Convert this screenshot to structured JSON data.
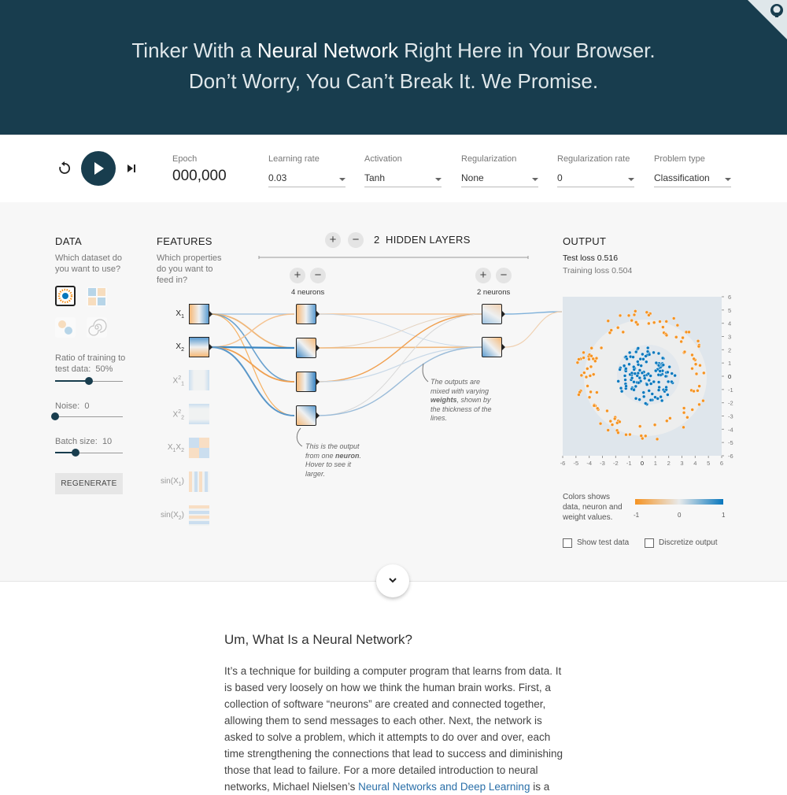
{
  "header": {
    "line1_pre": "Tinker With a",
    "line1_bold": "Neural Network",
    "line1_post": "Right Here in Your Browser.",
    "line2": "Don’t Worry, You Can’t Break It. We Promise."
  },
  "toolbar": {
    "epoch_label": "Epoch",
    "epoch_value": "000,000",
    "controls": [
      {
        "label": "Learning rate",
        "value": "0.03"
      },
      {
        "label": "Activation",
        "value": "Tanh"
      },
      {
        "label": "Regularization",
        "value": "None"
      },
      {
        "label": "Regularization rate",
        "value": "0"
      },
      {
        "label": "Problem type",
        "value": "Classification"
      }
    ]
  },
  "data_panel": {
    "title": "DATA",
    "subtitle": "Which dataset do you want to use?",
    "ratio_label": "Ratio of training to test data:",
    "ratio_value": "50%",
    "ratio_fraction": 0.5,
    "noise_label": "Noise:",
    "noise_value": "0",
    "noise_fraction": 0.0,
    "batch_label": "Batch size:",
    "batch_value": "10",
    "batch_fraction": 0.3,
    "regenerate_label": "REGENERATE"
  },
  "features_panel": {
    "title": "FEATURES",
    "subtitle": "Which properties do you want to feed in?",
    "features": [
      {
        "base": "X",
        "sub": "1",
        "sup": "",
        "active": true
      },
      {
        "base": "X",
        "sub": "2",
        "sup": "",
        "active": true
      },
      {
        "base": "X",
        "sub": "1",
        "sup": "2",
        "active": false
      },
      {
        "base": "X",
        "sub": "2",
        "sup": "2",
        "active": false
      },
      {
        "base": "X1X2",
        "sub": "",
        "sup": "",
        "active": false
      },
      {
        "base": "sin(X",
        "sub": "1",
        "sup": "",
        "post": ")",
        "active": false
      },
      {
        "base": "sin(X",
        "sub": "2",
        "sup": "",
        "post": ")",
        "active": false
      }
    ]
  },
  "network": {
    "hidden_count": "2",
    "hidden_label": "HIDDEN LAYERS",
    "layer1_label": "4 neurons",
    "layer2_label": "2 neurons",
    "note_neuron": [
      "This is the output",
      "from one ",
      "neuron",
      ". Hover to see it larger."
    ],
    "note_weights": [
      "The outputs are mixed with varying ",
      "weights",
      ", shown by the thickness of the lines."
    ]
  },
  "output_panel": {
    "title": "OUTPUT",
    "test_loss_label": "Test loss",
    "test_loss_value": "0.516",
    "training_loss_label": "Training loss",
    "training_loss_value": "0.504",
    "y_ticks": [
      "6",
      "5",
      "4",
      "3",
      "2",
      "1",
      "0",
      "-1",
      "-2",
      "-3",
      "-4",
      "-5",
      "-6"
    ],
    "x_ticks": [
      "-6",
      "-5",
      "-4",
      "-3",
      "-2",
      "-1",
      "0",
      "1",
      "2",
      "3",
      "4",
      "5",
      "6"
    ],
    "legend_text": "Colors shows data, neuron and weight values.",
    "legend_ticks": [
      "-1",
      "0",
      "1"
    ],
    "show_test_label": "Show test data",
    "discretize_label": "Discretize output",
    "colors": {
      "negative": "#f59322",
      "positive": "#0877bd",
      "mid": "#e8eaeb"
    }
  },
  "article": {
    "title": "Um, What Is a Neural Network?",
    "body": "It’s a technique for building a computer program that learns from data. It is based very loosely on how we think the human brain works. First, a collection of software “neurons” are created and connected together, allowing them to send messages to each other. Next, the network is asked to solve a problem, which it attempts to do over and over, each time strengthening the connections that lead to success and diminishing those that lead to failure. For a more detailed introduction to neural networks, Michael Nielsen’s ",
    "link": "Neural Networks and Deep Learning",
    "body_tail": " is a"
  }
}
